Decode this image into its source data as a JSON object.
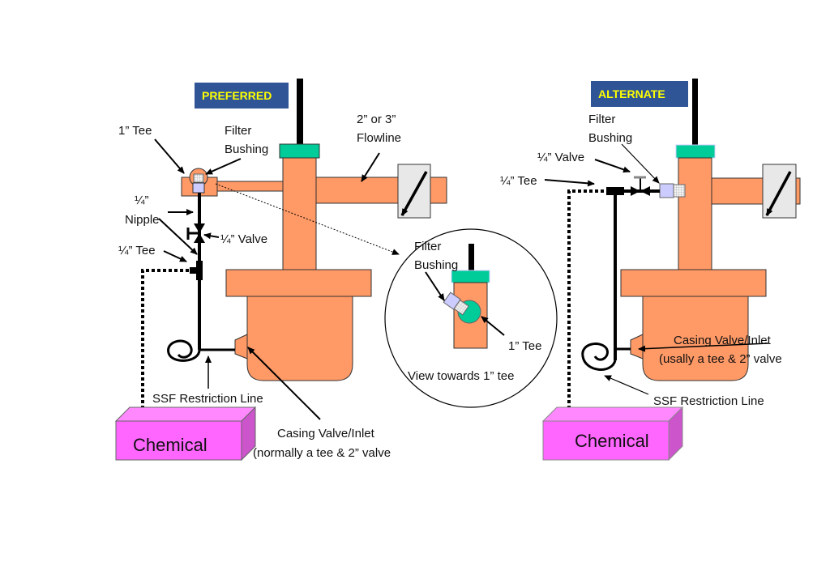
{
  "colors": {
    "body": "#ff9966",
    "cap": "#00cc99",
    "badge_bg": "#2f5597",
    "badge_text": "#ffff00",
    "chemical": "#ff66ff",
    "chemical_side": "#cc55cc",
    "bushing": "#ccccff",
    "gauge": "#e8e8e8"
  },
  "preferred": {
    "badge": "PREFERRED",
    "labels": {
      "tee_1in": "1” Tee",
      "filter_bushing_1": "Filter",
      "filter_bushing_2": "Bushing",
      "flowline_1": "2”  or  3”",
      "flowline_2": "Flowline",
      "nipple_1": "¼”",
      "nipple_2": "Nipple",
      "valve": "¼” Valve",
      "tee_quarter": "¼” Tee",
      "ssf": "SSF Restriction Line",
      "casing_1": "Casing Valve/Inlet",
      "casing_2": "(normally a tee & 2” valve",
      "chemical": "Chemical"
    }
  },
  "detail_view": {
    "filter_bushing_1": "Filter",
    "filter_bushing_2": "Bushing",
    "tee_1in": "1” Tee",
    "caption": "View towards 1” tee"
  },
  "alternate": {
    "badge": "ALTERNATE",
    "labels": {
      "filter_bushing_1": "Filter",
      "filter_bushing_2": "Bushing",
      "valve": "¼” Valve",
      "tee_quarter": "¼” Tee",
      "casing_1": "Casing Valve/Inlet",
      "casing_2": "(usally a tee & 2” valve",
      "ssf": "SSF Restriction Line",
      "chemical": "Chemical"
    }
  }
}
